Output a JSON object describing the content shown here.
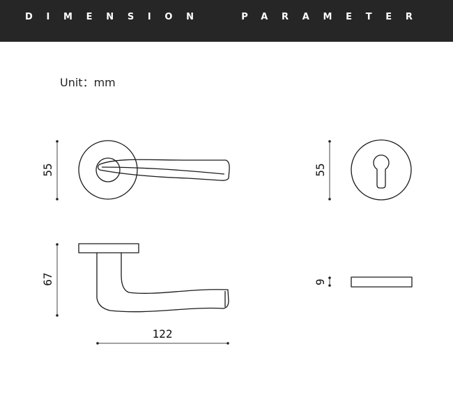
{
  "header": {
    "title": "DIMENSION  PARAMETER"
  },
  "unit": {
    "label": "Unit：mm"
  },
  "dimensions": {
    "lever_front_height": "55",
    "rose_front_height": "55",
    "lever_side_height": "67",
    "lever_length": "122",
    "rose_side_thickness": "9"
  },
  "colors": {
    "header_bg": "#262626",
    "header_text": "#ffffff",
    "line": "#1a1a1a"
  }
}
